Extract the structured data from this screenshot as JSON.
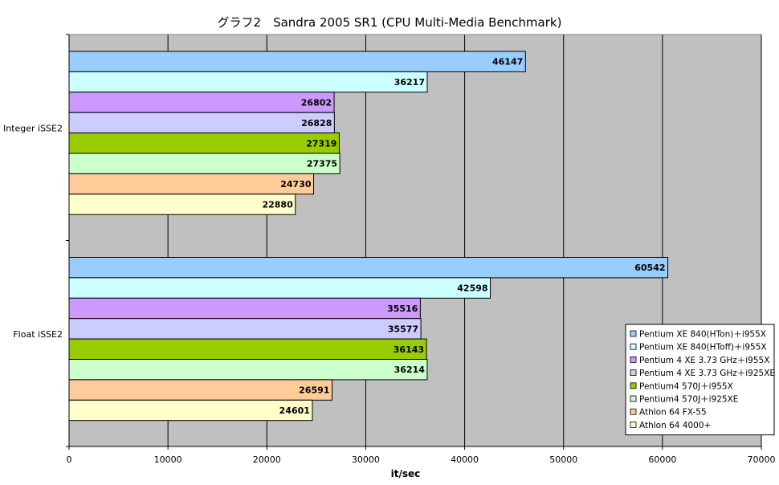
{
  "chart_data": {
    "type": "bar",
    "orientation": "horizontal",
    "title": "グラフ2　Sandra 2005 SR1 (CPU Multi-Media Benchmark)",
    "xlabel": "it/sec",
    "ylabel": "",
    "xlim": [
      0,
      70000
    ],
    "x_ticks": [
      0,
      10000,
      20000,
      30000,
      40000,
      50000,
      60000,
      70000
    ],
    "x_tick_labels": [
      "0",
      "10000",
      "20000",
      "30000",
      "40000",
      "50000",
      "60000",
      "70000"
    ],
    "grid": true,
    "legend_position": "right",
    "categories": [
      "Integer iSSE2",
      "Float iSSE2"
    ],
    "series": [
      {
        "name": "Pentium XE 840(HTon)＋i955X",
        "color": "#99ccff",
        "values": [
          46147,
          60542
        ]
      },
      {
        "name": "Pentium XE 840(HToff)＋i955X",
        "color": "#ccffff",
        "values": [
          36217,
          42598
        ]
      },
      {
        "name": "Pentium 4 XE 3.73 GHz＋i955X",
        "color": "#cc99ff",
        "values": [
          26802,
          35516
        ]
      },
      {
        "name": "Pentium 4 XE 3.73 GHz＋i925XE",
        "color": "#ccccff",
        "values": [
          26828,
          35577
        ]
      },
      {
        "name": "Pentium4 570J＋i955X",
        "color": "#99cc00",
        "values": [
          27319,
          36143
        ]
      },
      {
        "name": "Pentium4 570J＋i925XE",
        "color": "#ccffcc",
        "values": [
          27375,
          36214
        ]
      },
      {
        "name": "Athlon 64 FX-55",
        "color": "#ffcc99",
        "values": [
          24730,
          26591
        ]
      },
      {
        "name": "Athlon 64 4000+",
        "color": "#ffffcc",
        "values": [
          22880,
          24601
        ]
      }
    ],
    "plot_background": "#c0c0c0"
  }
}
